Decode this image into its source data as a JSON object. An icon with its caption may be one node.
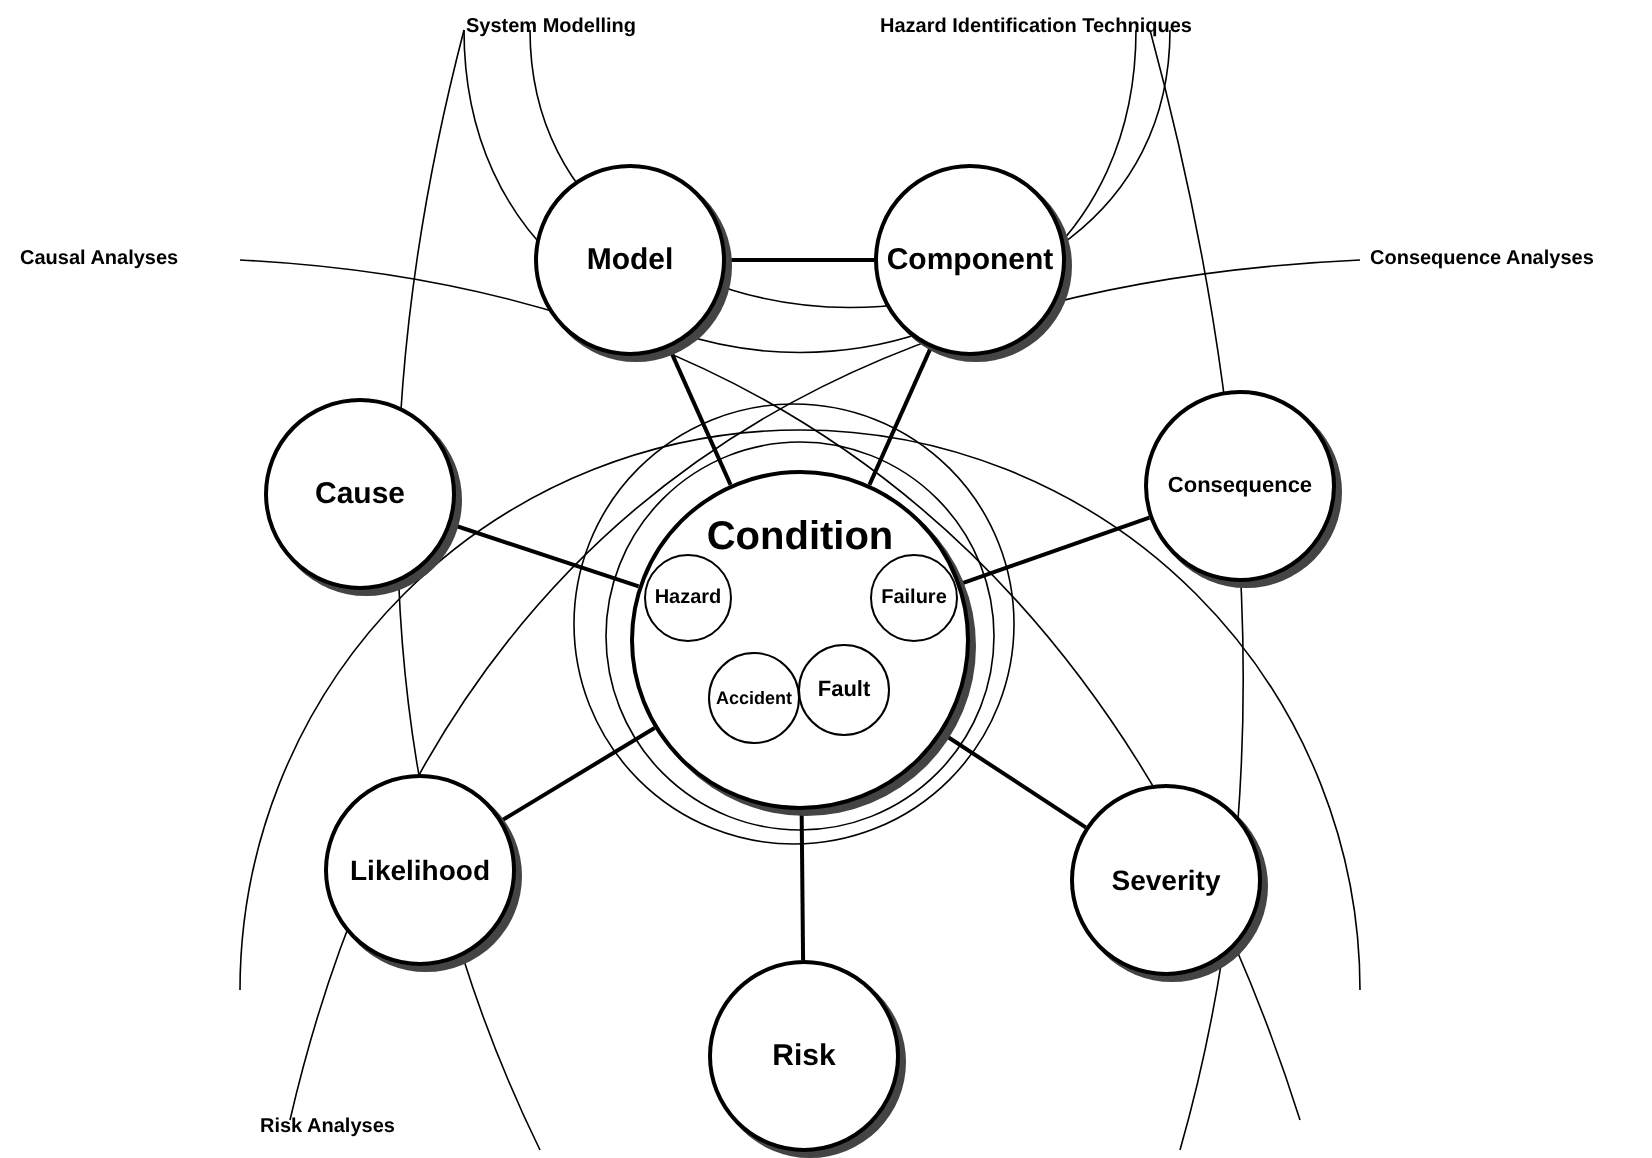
{
  "diagram": {
    "nodes": [
      {
        "text": [
          "Model"
        ]
      },
      {
        "text": [
          "Component"
        ]
      },
      {
        "text": [
          "Cause"
        ]
      },
      {
        "text": [
          "Condition"
        ]
      },
      {
        "text": [
          "Hazard"
        ],
        "in": 3
      },
      {
        "text": [
          "Failure"
        ],
        "in": 3
      },
      {
        "text": [
          "Accident"
        ],
        "in": 3
      },
      {
        "text": [
          "Fault"
        ],
        "in": 3
      },
      {
        "text": [
          "Consequence"
        ]
      },
      {
        "text": [
          "Likelihood"
        ]
      },
      {
        "text": [
          "Severity"
        ]
      },
      {
        "text": [
          "Risk"
        ]
      }
    ],
    "edges": [
      {
        "from": 0,
        "to": 1,
        "arrow": "none"
      },
      {
        "from": 0,
        "to": 3,
        "arrow": "none"
      },
      {
        "from": 1,
        "to": 3,
        "arrow": "none"
      },
      {
        "from": 2,
        "to": 3,
        "arrow": "none"
      },
      {
        "from": 3,
        "to": 8,
        "arrow": "none"
      },
      {
        "from": 3,
        "to": 9,
        "arrow": "none"
      },
      {
        "from": 3,
        "to": 10,
        "arrow": "none"
      },
      {
        "from": 3,
        "to": 11,
        "arrow": "none"
      }
    ],
    "labels": [
      "System Modelling",
      "Hazard Identification Techniques",
      "Causal Analyses",
      "Consequence Analyses",
      "Risk Analyses"
    ]
  }
}
